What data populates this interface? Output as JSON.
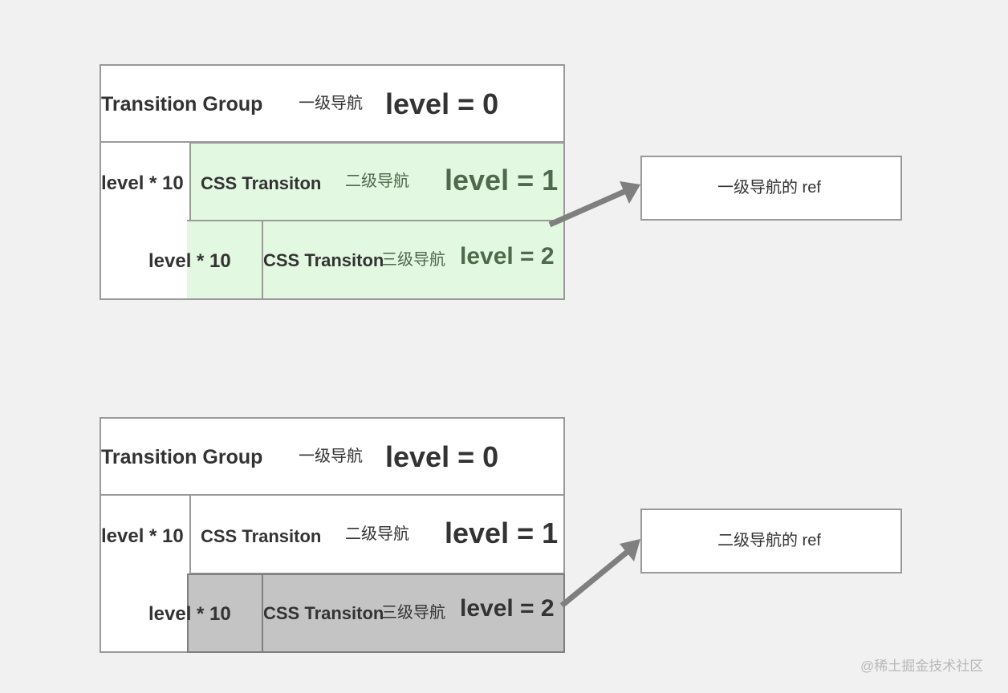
{
  "diagram_top": {
    "level0": {
      "component": "Transition Group",
      "nav": "一级导航",
      "level": "level = 0"
    },
    "level1": {
      "indent": "level * 10",
      "component": "CSS Transiton",
      "nav": "二级导航",
      "level": "level = 1"
    },
    "level2": {
      "indent": "level * 10",
      "component": "CSS Transiton",
      "nav": "三级导航",
      "level": "level = 2"
    },
    "ref_label": "一级导航的 ref",
    "highlight_color": "#e3f8e1"
  },
  "diagram_bottom": {
    "level0": {
      "component": "Transition Group",
      "nav": "一级导航",
      "level": "level = 0"
    },
    "level1": {
      "indent": "level * 10",
      "component": "CSS Transiton",
      "nav": "二级导航",
      "level": "level = 1"
    },
    "level2": {
      "indent": "level * 10",
      "component": "CSS Transiton",
      "nav": "三级导航",
      "level": "level = 2"
    },
    "ref_label": "二级导航的 ref",
    "highlight_color": "#c4c4c4"
  },
  "watermark": "@稀土掘金技术社区",
  "arrow_color": "#7f7f7f"
}
